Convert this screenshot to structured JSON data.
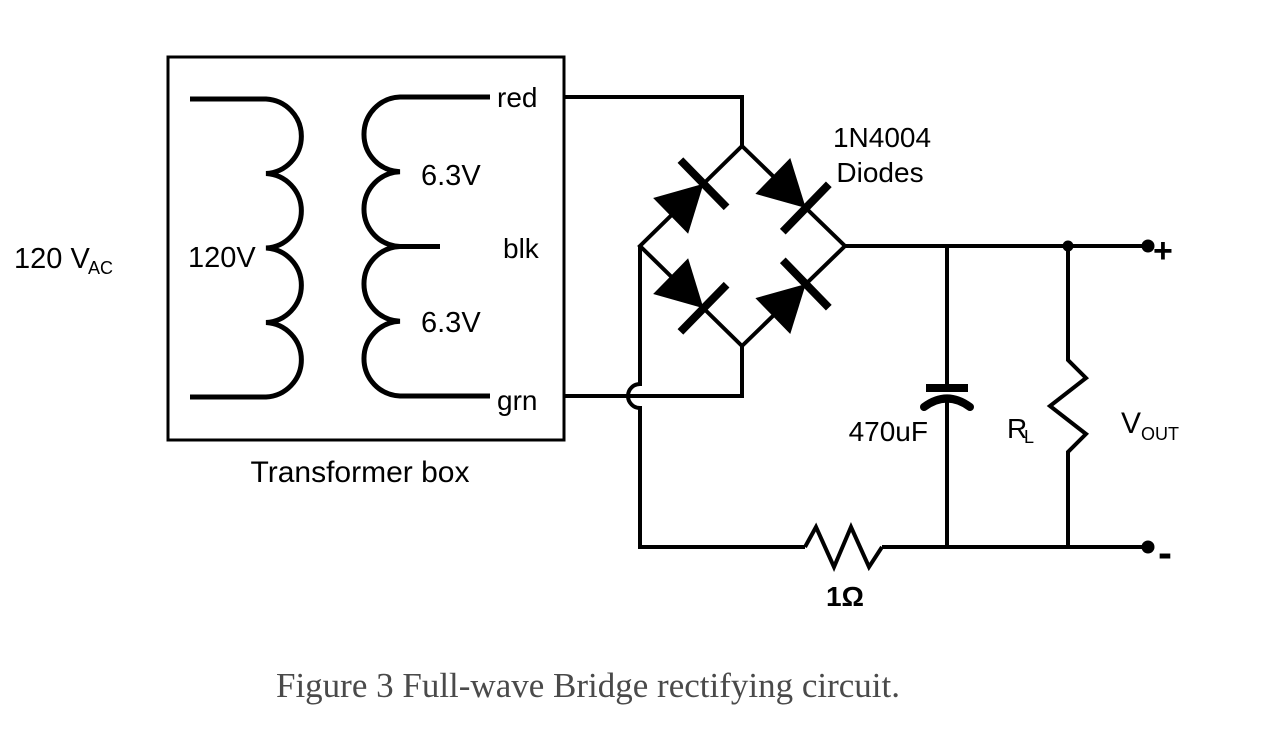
{
  "diagram": {
    "source_label": "120 V",
    "source_label_sub": "AC",
    "transformer": {
      "primary_label": "120V",
      "secondary_top_label": "6.3V",
      "secondary_bottom_label": "6.3V",
      "terminal_top": "red",
      "terminal_mid": "blk",
      "terminal_bottom": "grn",
      "box_label": "Transformer box"
    },
    "bridge": {
      "part_number": "1N4004",
      "part_type": "Diodes"
    },
    "capacitor_label": "470uF",
    "load_resistor": {
      "symbol": "R",
      "sub": "L"
    },
    "output_voltage": {
      "symbol": "V",
      "sub": "OUT"
    },
    "series_resistor_label": "1Ω",
    "terminal_plus": "+",
    "terminal_minus": "-"
  },
  "caption": "Figure 3 Full-wave Bridge rectifying circuit.",
  "colors": {
    "line": "#000000",
    "label": "#000000",
    "caption": "#4a4a4a"
  }
}
